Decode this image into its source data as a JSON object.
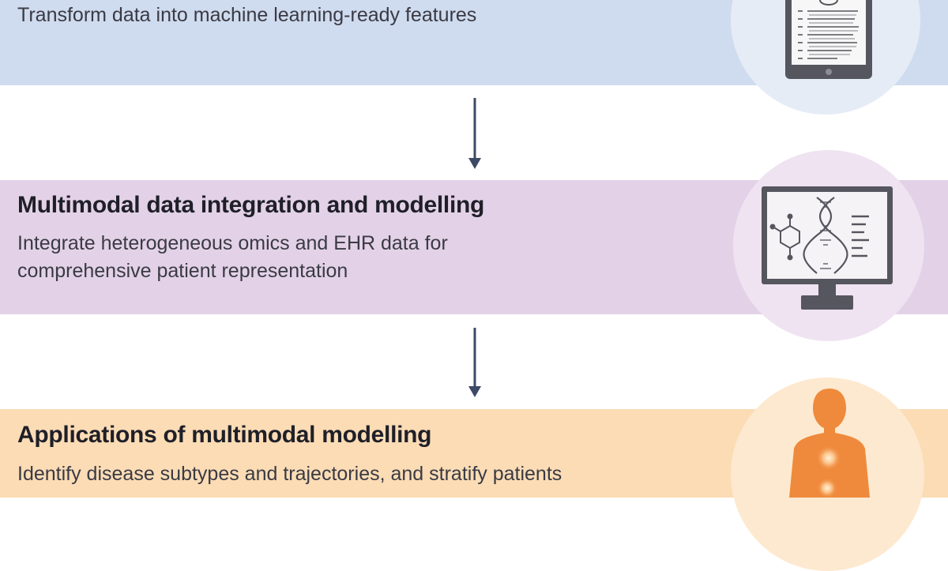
{
  "steps": [
    {
      "title": "",
      "description": "Transform data into machine learning-ready features",
      "icon": "tablet-document-icon",
      "color": "#cfdbee"
    },
    {
      "title": "Multimodal data integration and modelling",
      "description_lines": [
        "Integrate heterogeneous omics and EHR data for",
        "comprehensive patient representation"
      ],
      "icon": "monitor-dna-icon",
      "color": "#e3d2e7"
    },
    {
      "title": "Applications of multimodal modelling",
      "description": "Identify disease subtypes and trajectories, and stratify patients",
      "icon": "human-body-icon",
      "color": "#fbdcb5"
    }
  ],
  "arrow_color": "#3c4a66"
}
